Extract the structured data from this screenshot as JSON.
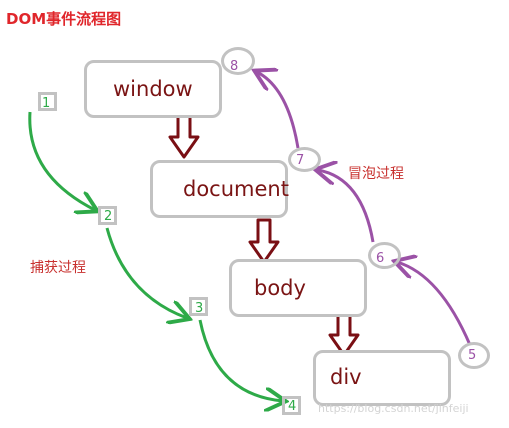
{
  "title": "DOM事件流程图",
  "nodes": {
    "window": "window",
    "document": "document",
    "body": "body",
    "div": "div"
  },
  "phases": {
    "capture": "捕获过程",
    "bubble": "冒泡过程"
  },
  "steps": [
    "1",
    "2",
    "3",
    "4",
    "5",
    "6",
    "7",
    "8"
  ],
  "watermark": "https://blog.csdn.net/jinfeiji",
  "colors": {
    "capture": "#2eaa48",
    "bubble": "#9b52a6",
    "down_arrow": "#7a0f14",
    "title": "#e0262b",
    "box_border": "#c2c2c2"
  }
}
